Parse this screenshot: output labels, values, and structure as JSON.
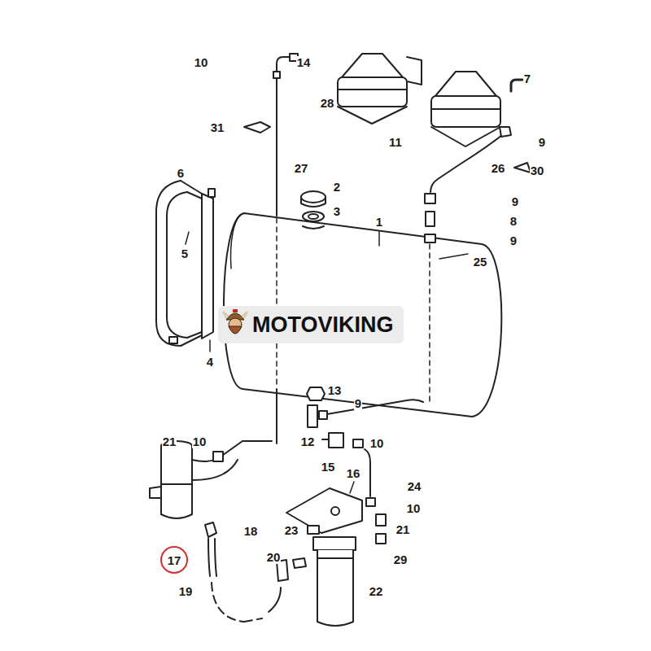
{
  "diagram": {
    "nodes": [
      {
        "text": [
          "MOTOVIKING"
        ]
      },
      {
        "text": [
          "17"
        ]
      }
    ],
    "labels": [
      "10",
      "14",
      "28",
      "7",
      "31",
      "11",
      "9",
      "27",
      "26",
      "30",
      "6",
      "2",
      "9",
      "3",
      "8",
      "1",
      "9",
      "5",
      "25",
      "4",
      "13",
      "9",
      "21",
      "10",
      "12",
      "10",
      "15",
      "16",
      "24",
      "10",
      "23",
      "18",
      "21",
      "20",
      "29",
      "22",
      "19"
    ]
  }
}
